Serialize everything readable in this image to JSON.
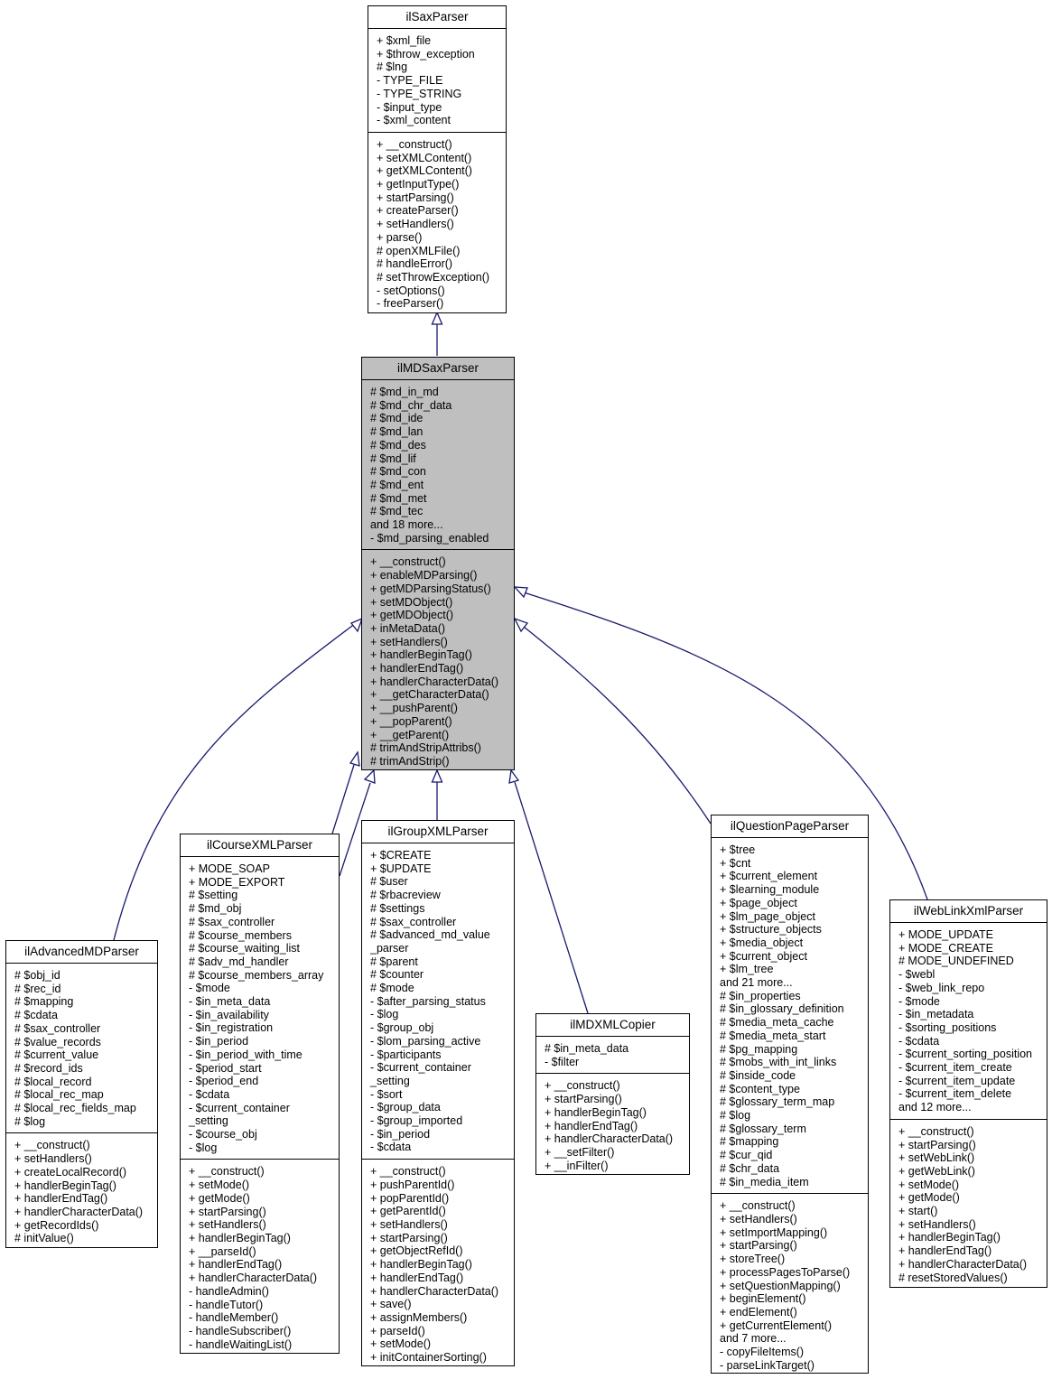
{
  "classes": {
    "ilSaxParser": {
      "name": "ilSaxParser",
      "attributes": [
        "+ $xml_file",
        "+ $throw_exception",
        "# $lng",
        "- TYPE_FILE",
        "- TYPE_STRING",
        "- $input_type",
        "- $xml_content"
      ],
      "methods": [
        "+ __construct()",
        "+ setXMLContent()",
        "+ getXMLContent()",
        "+ getInputType()",
        "+ startParsing()",
        "+ createParser()",
        "+ setHandlers()",
        "+ parse()",
        "# openXMLFile()",
        "# handleError()",
        "# setThrowException()",
        "- setOptions()",
        "- freeParser()"
      ]
    },
    "ilMDSaxParser": {
      "name": "ilMDSaxParser",
      "attributes": [
        "# $md_in_md",
        "# $md_chr_data",
        "# $md_ide",
        "# $md_lan",
        "# $md_des",
        "# $md_lif",
        "# $md_con",
        "# $md_ent",
        "# $md_met",
        "# $md_tec",
        "and 18 more...",
        "- $md_parsing_enabled"
      ],
      "methods": [
        "+ __construct()",
        "+ enableMDParsing()",
        "+ getMDParsingStatus()",
        "+ setMDObject()",
        "+ getMDObject()",
        "+ inMetaData()",
        "+ setHandlers()",
        "+ handlerBeginTag()",
        "+ handlerEndTag()",
        "+ handlerCharacterData()",
        "+ __getCharacterData()",
        "+ __pushParent()",
        "+ __popParent()",
        "+ __getParent()",
        "# trimAndStripAttribs()",
        "# trimAndStrip()"
      ]
    },
    "ilAdvancedMDParser": {
      "name": "ilAdvancedMDParser",
      "attributes": [
        "# $obj_id",
        "# $rec_id",
        "# $mapping",
        "# $cdata",
        "# $sax_controller",
        "# $value_records",
        "# $current_value",
        "# $record_ids",
        "# $local_record",
        "# $local_rec_map",
        "# $local_rec_fields_map",
        "# $log"
      ],
      "methods": [
        "+ __construct()",
        "+ setHandlers()",
        "+ createLocalRecord()",
        "+ handlerBeginTag()",
        "+ handlerEndTag()",
        "+ handlerCharacterData()",
        "+ getRecordIds()",
        "# initValue()"
      ]
    },
    "ilCourseXMLParser": {
      "name": "ilCourseXMLParser",
      "attributes": [
        "+ MODE_SOAP",
        "+ MODE_EXPORT",
        "# $setting",
        "# $md_obj",
        "# $sax_controller",
        "# $course_members",
        "# $course_waiting_list",
        "# $adv_md_handler",
        "# $course_members_array",
        "- $mode",
        "- $in_meta_data",
        "- $in_availability",
        "- $in_registration",
        "- $in_period",
        "- $in_period_with_time",
        "- $period_start",
        "- $period_end",
        "- $cdata",
        "- $current_container",
        "_setting",
        "- $course_obj",
        "- $log"
      ],
      "methods": [
        "+ __construct()",
        "+ setMode()",
        "+ getMode()",
        "+ startParsing()",
        "+ setHandlers()",
        "+ handlerBeginTag()",
        "+ __parseId()",
        "+ handlerEndTag()",
        "+ handlerCharacterData()",
        "- handleAdmin()",
        "- handleTutor()",
        "- handleMember()",
        "- handleSubscriber()",
        "- handleWaitingList()"
      ]
    },
    "ilGroupXMLParser": {
      "name": "ilGroupXMLParser",
      "attributes": [
        "+ $CREATE",
        "+ $UPDATE",
        "# $user",
        "# $rbacreview",
        "# $settings",
        "# $sax_controller",
        "# $advanced_md_value",
        "_parser",
        "# $parent",
        "# $counter",
        "# $mode",
        "- $after_parsing_status",
        "- $log",
        "- $group_obj",
        "- $lom_parsing_active",
        "- $participants",
        "- $current_container",
        "_setting",
        "- $sort",
        "- $group_data",
        "- $group_imported",
        "- $in_period",
        "- $cdata"
      ],
      "methods": [
        "+ __construct()",
        "+ pushParentId()",
        "+ popParentId()",
        "+ getParentId()",
        "+ setHandlers()",
        "+ startParsing()",
        "+ getObjectRefId()",
        "+ handlerBeginTag()",
        "+ handlerEndTag()",
        "+ handlerCharacterData()",
        "+ save()",
        "+ assignMembers()",
        "+ parseId()",
        "+ setMode()",
        "+ initContainerSorting()"
      ]
    },
    "ilMDXMLCopier": {
      "name": "ilMDXMLCopier",
      "attributes": [
        "# $in_meta_data",
        "- $filter"
      ],
      "methods": [
        "+ __construct()",
        "+ startParsing()",
        "+ handlerBeginTag()",
        "+ handlerEndTag()",
        "+ handlerCharacterData()",
        "+ __setFilter()",
        "+ __inFilter()"
      ]
    },
    "ilQuestionPageParser": {
      "name": "ilQuestionPageParser",
      "attributes": [
        "+ $tree",
        "+ $cnt",
        "+ $current_element",
        "+ $learning_module",
        "+ $page_object",
        "+ $lm_page_object",
        "+ $structure_objects",
        "+ $media_object",
        "+ $current_object",
        "+ $lm_tree",
        "and 21 more...",
        "# $in_properties",
        "# $in_glossary_definition",
        "# $media_meta_cache",
        "# $media_meta_start",
        "# $pg_mapping",
        "# $mobs_with_int_links",
        "# $inside_code",
        "# $content_type",
        "# $glossary_term_map",
        "# $log",
        "# $glossary_term",
        "# $mapping",
        "# $cur_qid",
        "# $chr_data",
        "# $in_media_item"
      ],
      "methods": [
        "+ __construct()",
        "+ setHandlers()",
        "+ setImportMapping()",
        "+ startParsing()",
        "+ storeTree()",
        "+ processPagesToParse()",
        "+ setQuestionMapping()",
        "+ beginElement()",
        "+ endElement()",
        "+ getCurrentElement()",
        "and 7 more...",
        "- copyFileItems()",
        "- parseLinkTarget()"
      ]
    },
    "ilWebLinkXmlParser": {
      "name": "ilWebLinkXmlParser",
      "attributes": [
        "+ MODE_UPDATE",
        "+ MODE_CREATE",
        "# MODE_UNDEFINED",
        "- $webl",
        "- $web_link_repo",
        "- $mode",
        "- $in_metadata",
        "- $sorting_positions",
        "- $cdata",
        "- $current_sorting_position",
        "- $current_item_create",
        "- $current_item_update",
        "- $current_item_delete",
        "and 12 more..."
      ],
      "methods": [
        "+ __construct()",
        "+ startParsing()",
        "+ setWebLink()",
        "+ getWebLink()",
        "+ setMode()",
        "+ getMode()",
        "+ start()",
        "+ setHandlers()",
        "+ handlerBeginTag()",
        "+ handlerEndTag()",
        "+ handlerCharacterData()",
        "# resetStoredValues()"
      ]
    }
  },
  "colors": {
    "edge": "#191970",
    "focus_fill": "#bfbfbf",
    "border": "#000000"
  }
}
